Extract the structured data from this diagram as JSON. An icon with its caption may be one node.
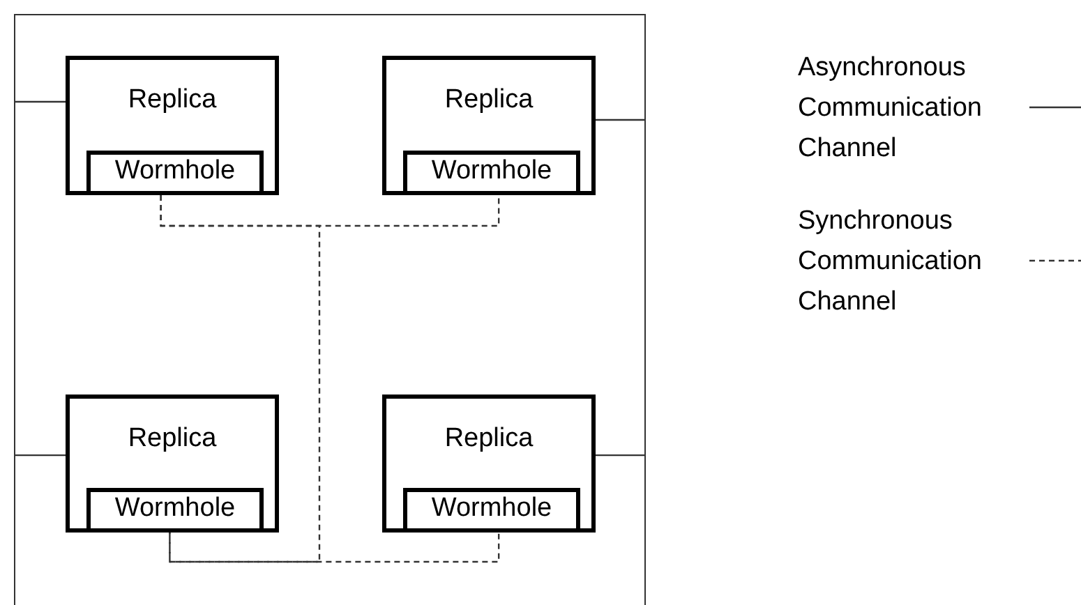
{
  "diagram": {
    "nodes": [
      {
        "text": [],
        "shape": "box"
      },
      {
        "text": [
          "Replica"
        ],
        "in": 0
      },
      {
        "text": [
          "Wormhole"
        ],
        "in": 1
      },
      {
        "text": [
          "Replica"
        ],
        "in": 0
      },
      {
        "text": [
          "Wormhole"
        ],
        "in": 3
      },
      {
        "text": [
          "Replica"
        ],
        "in": 0
      },
      {
        "text": [
          "Wormhole"
        ],
        "in": 5
      },
      {
        "text": [
          "Replica"
        ],
        "in": 0
      },
      {
        "text": [
          "Wormhole"
        ],
        "in": 7
      }
    ],
    "edges": [
      {
        "from": 1,
        "to": 0,
        "arrow": "none"
      },
      {
        "from": 3,
        "to": 0,
        "arrow": "none"
      },
      {
        "from": 5,
        "to": 0,
        "arrow": "none"
      },
      {
        "from": 7,
        "to": 0,
        "arrow": "none"
      },
      {
        "from": 2,
        "to": 4,
        "arrow": "none",
        "style": "dashed"
      },
      {
        "from": 6,
        "to": 8,
        "arrow": "none",
        "style": "dashed"
      },
      {
        "from": 2,
        "to": 6,
        "arrow": "none",
        "style": "dashed"
      }
    ],
    "legend": [
      {
        "text": "Asynchronous Communication Channel"
      },
      {
        "text": "Synchronous Communication Channel"
      }
    ]
  }
}
